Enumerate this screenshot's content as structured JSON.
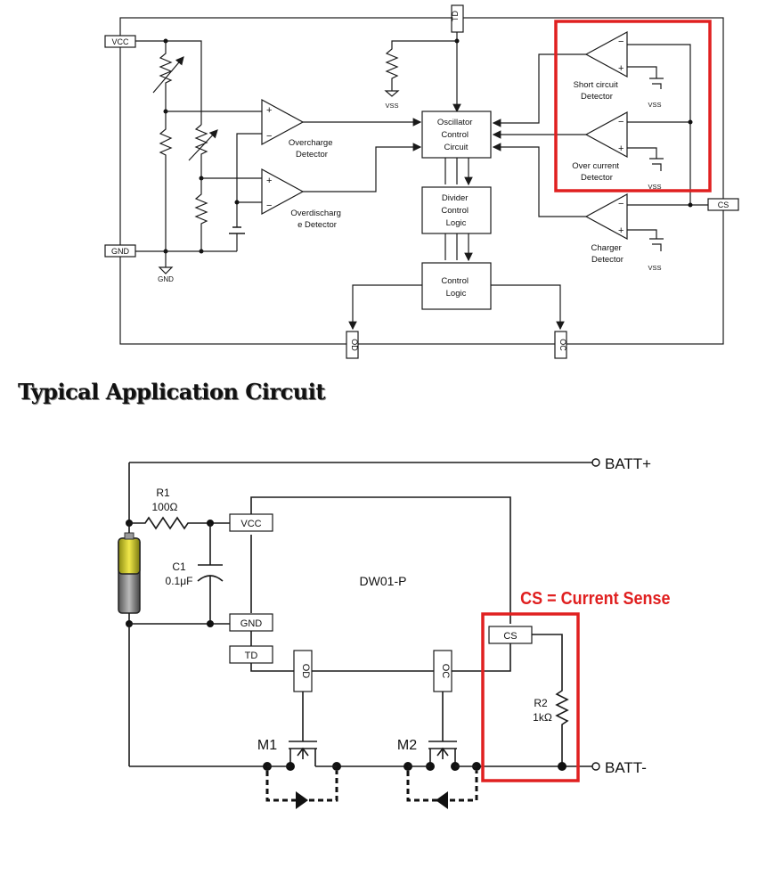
{
  "block_diagram": {
    "pins": {
      "vcc": "VCC",
      "gnd": "GND",
      "td": "TD",
      "cs": "CS",
      "od": "OD",
      "oc": "OC"
    },
    "labels": {
      "gnd_symbol": "GND",
      "vss": "VSS",
      "overcharge": [
        "Overcharge",
        "Detector"
      ],
      "overdischarge": [
        "Overdischarg",
        "e Detector"
      ],
      "oscillator": [
        "Oscillator",
        "Control",
        "Circuit"
      ],
      "divider": [
        "Divider",
        "Control",
        "Logic"
      ],
      "control": [
        "Control",
        "Logic"
      ],
      "short_circuit": [
        "Short circuit",
        "Detector"
      ],
      "over_current": [
        "Over current",
        "Detector"
      ],
      "charger": [
        "Charger",
        "Detector"
      ]
    },
    "highlight_color": "#e02020"
  },
  "section_title": "Typical Application Circuit",
  "application_circuit": {
    "ic_name": "DW01-P",
    "pins": {
      "vcc": "VCC",
      "gnd": "GND",
      "td": "TD",
      "cs": "CS",
      "od": "OD",
      "oc": "OC"
    },
    "r1_name": "R1",
    "r1_value": "100Ω",
    "c1_name": "C1",
    "c1_value": "0.1μF",
    "r2_name": "R2",
    "r2_value": "1kΩ",
    "m1": "M1",
    "m2": "M2",
    "batt_plus": "BATT+",
    "batt_minus": "BATT-",
    "annotation": "CS = Current Sense",
    "annotation_color": "#e02020"
  }
}
